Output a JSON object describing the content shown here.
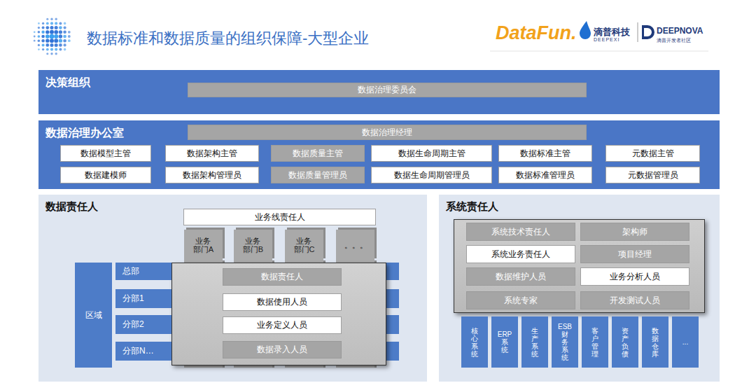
{
  "diagram": {
    "title": "数据标准和数据质量的组织保障-大型企业",
    "nodes": [
      {
        "text": [
          "决策组织"
        ]
      },
      {
        "text": [
          "数据治理委员会"
        ],
        "in": 0
      },
      {
        "text": [
          "数据治理办公室"
        ]
      },
      {
        "text": [
          "数据治理经理"
        ],
        "in": 2
      },
      {
        "text": [
          "数据模型主管"
        ],
        "in": 2
      },
      {
        "text": [
          "数据架构主管"
        ],
        "in": 2
      },
      {
        "text": [
          "数据质量主管"
        ],
        "in": 2
      },
      {
        "text": [
          "数据生命周期主管"
        ],
        "in": 2
      },
      {
        "text": [
          "数据标准主管"
        ],
        "in": 2
      },
      {
        "text": [
          "元数据主管"
        ],
        "in": 2
      },
      {
        "text": [
          "数据建模师"
        ],
        "in": 2
      },
      {
        "text": [
          "数据架构管理员"
        ],
        "in": 2
      },
      {
        "text": [
          "数据质量管理员"
        ],
        "in": 2
      },
      {
        "text": [
          "数据生命周期管理员"
        ],
        "in": 2
      },
      {
        "text": [
          "数据标准管理员"
        ],
        "in": 2
      },
      {
        "text": [
          "元数据管理员"
        ],
        "in": 2
      },
      {
        "text": [
          "数据责任人"
        ]
      },
      {
        "text": [
          "业务线责任人"
        ],
        "in": 16
      },
      {
        "text": [
          "业务部门A"
        ],
        "in": 16
      },
      {
        "text": [
          "业务部门B"
        ],
        "in": 16
      },
      {
        "text": [
          "业务部门C"
        ],
        "in": 16
      },
      {
        "text": [
          "。。。"
        ],
        "in": 16
      },
      {
        "text": [
          "区域"
        ],
        "in": 16
      },
      {
        "text": [
          "总部"
        ],
        "in": 16
      },
      {
        "text": [
          "分部1"
        ],
        "in": 16
      },
      {
        "text": [
          "分部2"
        ],
        "in": 16
      },
      {
        "text": [
          "分部N…"
        ],
        "in": 16
      },
      {
        "text": [
          "数据责任人"
        ],
        "in": 16
      },
      {
        "text": [
          "数据使用人员"
        ],
        "in": 16
      },
      {
        "text": [
          "业务定义人员"
        ],
        "in": 16
      },
      {
        "text": [
          "数据录入人员"
        ],
        "in": 16
      },
      {
        "text": [
          "系统责任人"
        ]
      },
      {
        "text": [
          "系统技术责任人"
        ],
        "in": 31
      },
      {
        "text": [
          "架构师"
        ],
        "in": 31
      },
      {
        "text": [
          "系统业务责任人"
        ],
        "in": 31
      },
      {
        "text": [
          "项目经理"
        ],
        "in": 31
      },
      {
        "text": [
          "数据维护人员"
        ],
        "in": 31
      },
      {
        "text": [
          "业务分析人员"
        ],
        "in": 31
      },
      {
        "text": [
          "系统专家"
        ],
        "in": 31
      },
      {
        "text": [
          "开发测试人员"
        ],
        "in": 31
      },
      {
        "text": [
          "核心系统"
        ],
        "in": 31
      },
      {
        "text": [
          "ERP系统"
        ],
        "in": 31
      },
      {
        "text": [
          "生产系统"
        ],
        "in": 31
      },
      {
        "text": [
          "ESB财务系统"
        ],
        "in": 31
      },
      {
        "text": [
          "客户管理"
        ],
        "in": 31
      },
      {
        "text": [
          "资产负债"
        ],
        "in": 31
      },
      {
        "text": [
          "数据仓库"
        ],
        "in": 31
      },
      {
        "text": [
          "..."
        ],
        "in": 31
      }
    ],
    "labels": [
      "DataFun.",
      "滴普科技",
      "DEEPEXI",
      "DEEPNOVA",
      "滴普开发者社区"
    ]
  }
}
